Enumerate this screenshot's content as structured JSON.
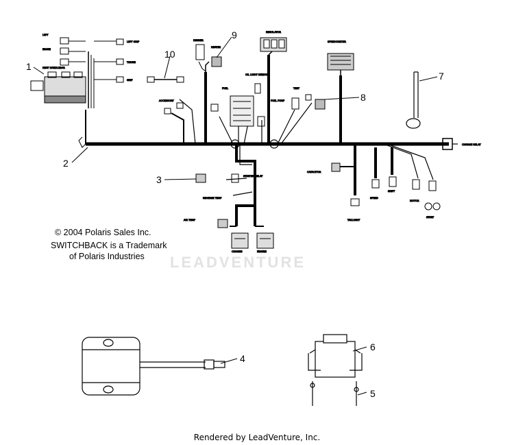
{
  "copyright": "© 2004 Polaris Sales Inc.",
  "trademark_line1": "SWITCHBACK is a Trademark",
  "trademark_line2": "of Polaris Industries",
  "watermark": "LEADVENTURE",
  "footer": "Rendered by LeadVenture, Inc.",
  "callouts": {
    "c1": "1",
    "c2": "2",
    "c3": "3",
    "c4": "4",
    "c5": "5",
    "c6": "6",
    "c7": "7",
    "c8": "8",
    "c9": "9",
    "c10": "10"
  }
}
